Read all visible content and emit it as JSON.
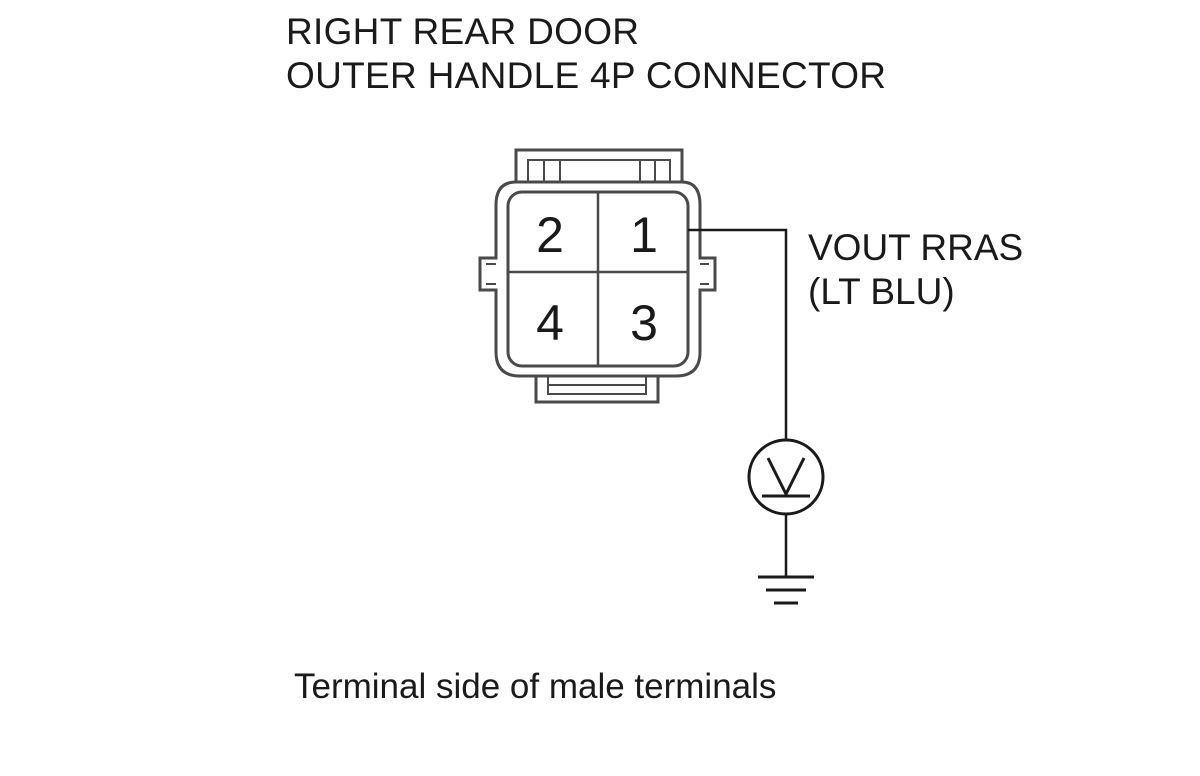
{
  "title": {
    "line1": "RIGHT REAR DOOR",
    "line2": "OUTER HANDLE 4P CONNECTOR"
  },
  "connector": {
    "pins": [
      {
        "number": "2"
      },
      {
        "number": "1"
      },
      {
        "number": "4"
      },
      {
        "number": "3"
      }
    ]
  },
  "wire": {
    "signal": "VOUT RRAS",
    "color": "(LT BLU)"
  },
  "meter_symbol": "V",
  "caption": "Terminal side of male terminals",
  "colors": {
    "line": "#1a1a1a",
    "connector_outline": "#4a4a4a"
  }
}
